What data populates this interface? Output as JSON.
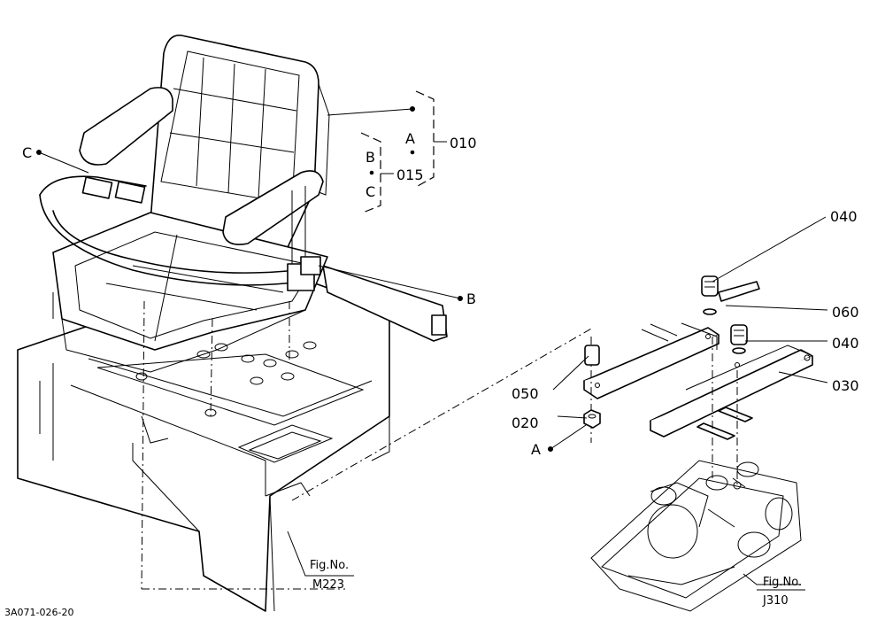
{
  "labels": {
    "part_010": "010",
    "part_015": "015",
    "part_020": "020",
    "part_030": "030",
    "part_040_top": "040",
    "part_040_mid": "040",
    "part_050": "050",
    "part_060": "060",
    "ref_a_bracket": "A",
    "ref_b_bracket": "B",
    "ref_c_bracket": "C",
    "ref_c_seatbelt": "C",
    "ref_b_connector": "B",
    "ref_a_bolt": "A"
  },
  "figure_refs": [
    {
      "prefix": "Fig.No.",
      "number": "M223"
    },
    {
      "prefix": "Fig.No.",
      "number": "J310"
    }
  ],
  "drawing_code": "3A071-026-20"
}
